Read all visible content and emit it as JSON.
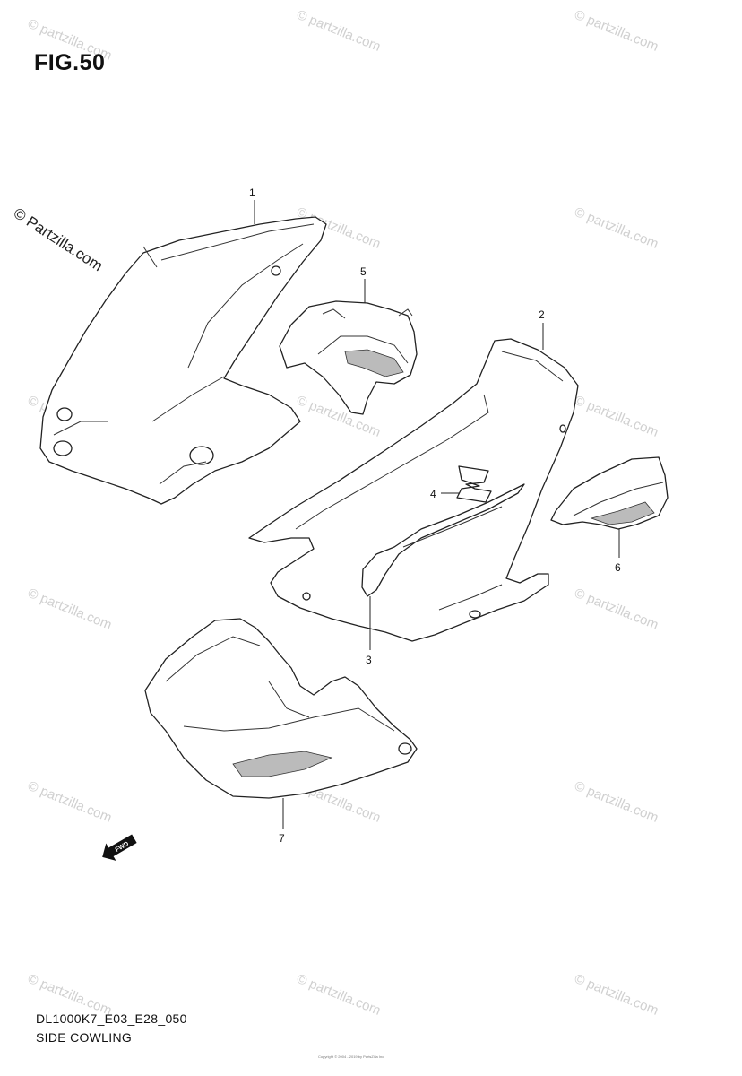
{
  "figure": {
    "title": "FIG.50",
    "model_code": "DL1000K7_E03_E28_050",
    "section_name": "SIDE COWLING"
  },
  "logo_text": "© Partzilla.com",
  "watermark_text": "© partzilla.com",
  "copyright_text": "Copyright © 2004 - 2019 by PartsZilla Inc.",
  "fwd_label": "FWD",
  "callouts": [
    {
      "id": "1",
      "label": "1",
      "part": "side cowling, left"
    },
    {
      "id": "2",
      "label": "2",
      "part": "side cowling, right"
    },
    {
      "id": "3",
      "label": "3",
      "part": "V-Strom emblem"
    },
    {
      "id": "4",
      "label": "4",
      "part": "S emblem"
    },
    {
      "id": "5",
      "label": "5",
      "part": "inner cover, left"
    },
    {
      "id": "6",
      "label": "6",
      "part": "inner cover, right"
    },
    {
      "id": "7",
      "label": "7",
      "part": "under cowling"
    }
  ],
  "colors": {
    "line": "#222222",
    "watermark": "#d0d0d0"
  }
}
